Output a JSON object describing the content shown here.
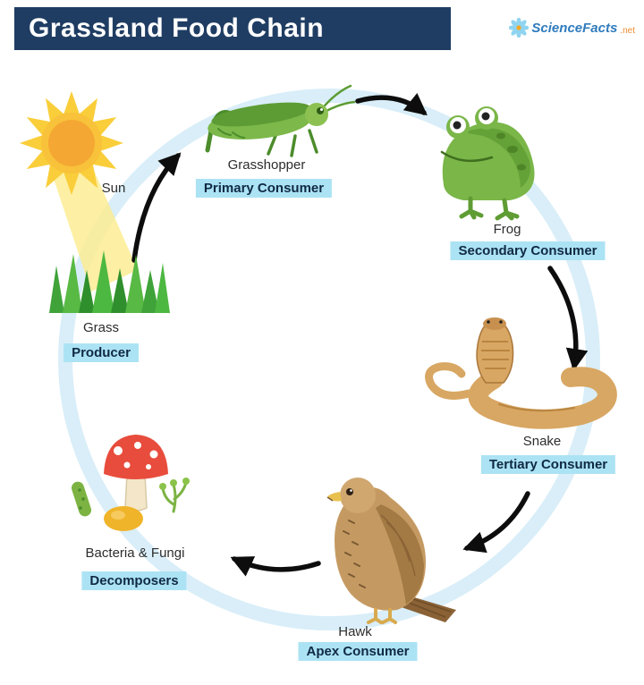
{
  "title_banner": {
    "text": "Grassland Food Chain"
  },
  "logo": {
    "brand": "ScienceFacts",
    "tld": ".net",
    "icon": "flower-burst-icon"
  },
  "diagram_type": "circular food chain",
  "flow": [
    "Sun",
    "Grass",
    "Grasshopper",
    "Frog",
    "Snake",
    "Hawk",
    "Bacteria & Fungi"
  ],
  "nodes": {
    "sun": {
      "label": "Sun",
      "icon": "sun-icon"
    },
    "grass": {
      "label": "Grass",
      "role": "Producer",
      "icon": "grass-icon"
    },
    "grasshopper": {
      "label": "Grasshopper",
      "role": "Primary Consumer",
      "icon": "grasshopper-icon"
    },
    "frog": {
      "label": "Frog",
      "role": "Secondary Consumer",
      "icon": "frog-icon"
    },
    "snake": {
      "label": "Snake",
      "role": "Tertiary Consumer",
      "icon": "snake-icon"
    },
    "hawk": {
      "label": "Hawk",
      "role": "Apex Consumer",
      "icon": "hawk-icon"
    },
    "decomposers": {
      "label": "Bacteria & Fungi",
      "role": "Decomposers",
      "icon": "mushroom-bacteria-icon"
    }
  },
  "colors": {
    "banner_bg": "#1f3d63",
    "banner_text": "#ffffff",
    "badge_bg": "#ace3f4",
    "badge_text": "#102a43",
    "ring": "#d9eef8",
    "arrow": "#0d0d0d",
    "logo_blue": "#2f7bbd",
    "logo_orange": "#ef8b2d"
  }
}
